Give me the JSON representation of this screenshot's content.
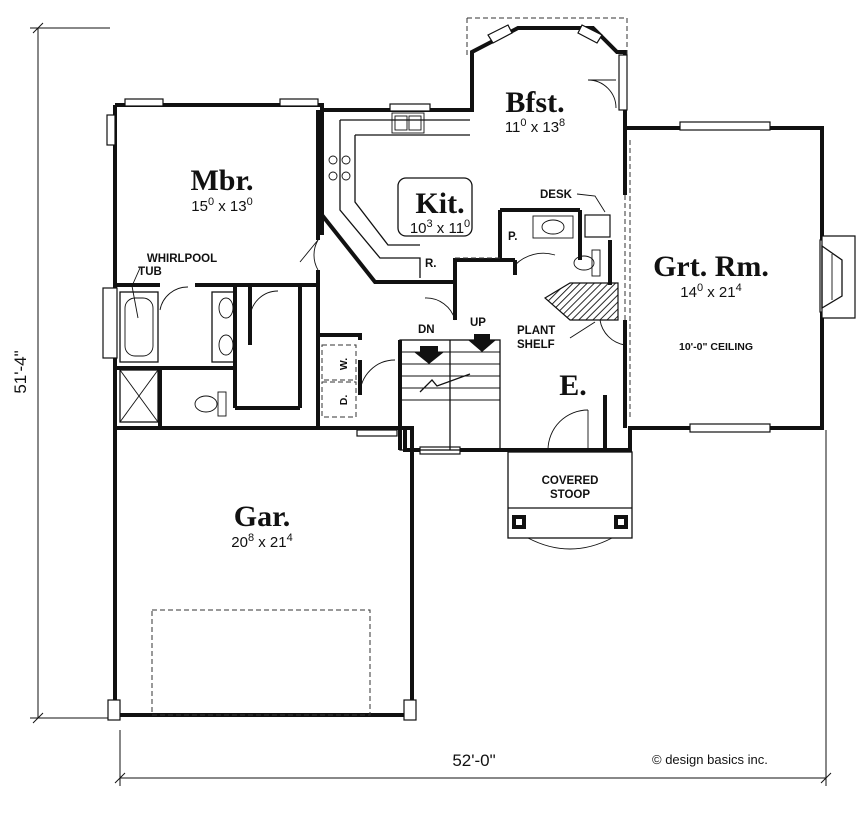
{
  "rooms": {
    "bfst": {
      "name": "Bfst.",
      "dim_a": "11",
      "sup_a": "0",
      "dim_b": "13",
      "sup_b": "8"
    },
    "mbr": {
      "name": "Mbr.",
      "dim_a": "15",
      "sup_a": "0",
      "dim_b": "13",
      "sup_b": "0"
    },
    "kit": {
      "name": "Kit.",
      "dim_a": "10",
      "sup_a": "3",
      "dim_b": "11",
      "sup_b": "0"
    },
    "grt_rm": {
      "name": "Grt. Rm.",
      "dim_a": "14",
      "sup_a": "0",
      "dim_b": "21",
      "sup_b": "4"
    },
    "gar": {
      "name": "Gar.",
      "dim_a": "20",
      "sup_a": "8",
      "dim_b": "21",
      "sup_b": "4"
    },
    "entry": {
      "name": "E."
    }
  },
  "dim_separator": "x",
  "labels": {
    "whirlpool_line1": "WHIRLPOOL",
    "whirlpool_line2": "TUB",
    "desk": "DESK",
    "pantry": "P.",
    "refrigerator": "R.",
    "down": "DN",
    "up": "UP",
    "plant_line1": "PLANT",
    "plant_line2": "SHELF",
    "ceiling": "10'-0\" CEILING",
    "washer": "W.",
    "dryer": "D.",
    "stoop_line1": "COVERED",
    "stoop_line2": "STOOP"
  },
  "overall": {
    "depth": "51'-4\"",
    "width": "52'-0\""
  },
  "copyright": "© design basics inc."
}
